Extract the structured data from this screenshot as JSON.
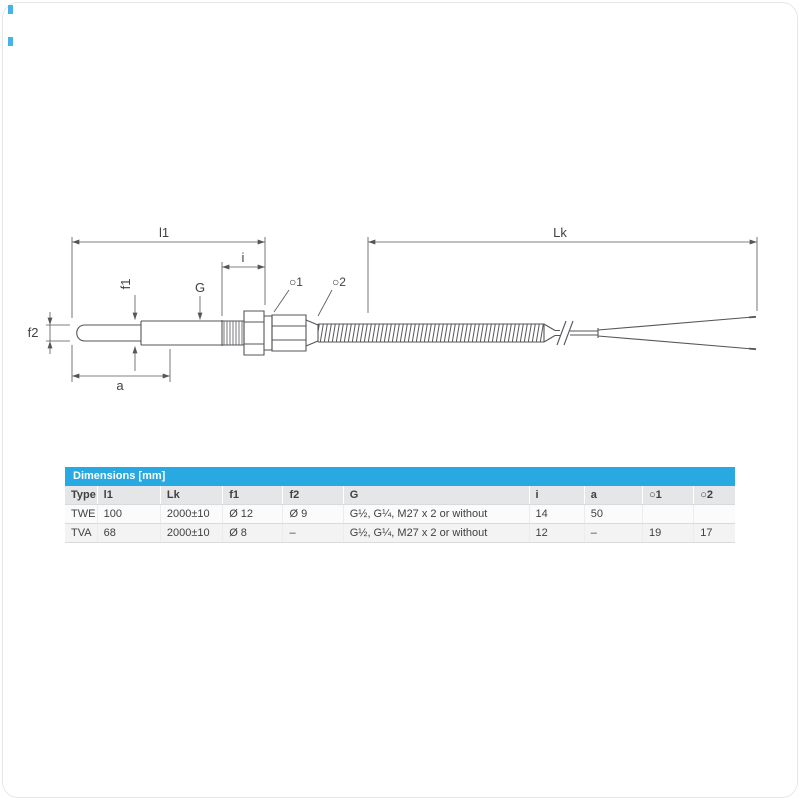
{
  "drawing": {
    "labels": {
      "l1": "l1",
      "lk": "Lk",
      "i": "i",
      "g": "G",
      "f1": "f1",
      "f2": "f2",
      "a": "a",
      "pos1": "○1",
      "pos2": "○2"
    }
  },
  "table": {
    "title": "Dimensions [mm]",
    "columns": [
      "Type",
      "l1",
      "Lk",
      "f1",
      "f2",
      "G",
      "i",
      "a",
      "○1",
      "○2"
    ],
    "rows": [
      [
        "TWE",
        "100",
        "2000±10",
        "Ø 12",
        "Ø 9",
        "G½, G¼, M27 x 2 or without",
        "14",
        "50",
        "",
        ""
      ],
      [
        "TVA",
        "68",
        "2000±10",
        "Ø 8",
        "–",
        "G½, G¼, M27 x 2 or without",
        "12",
        "–",
        "19",
        "17"
      ]
    ]
  },
  "colors": {
    "accent": "#29A9E1",
    "table_header_bg": "#E5E6E7",
    "line": "#55565A",
    "text": "#414042"
  }
}
